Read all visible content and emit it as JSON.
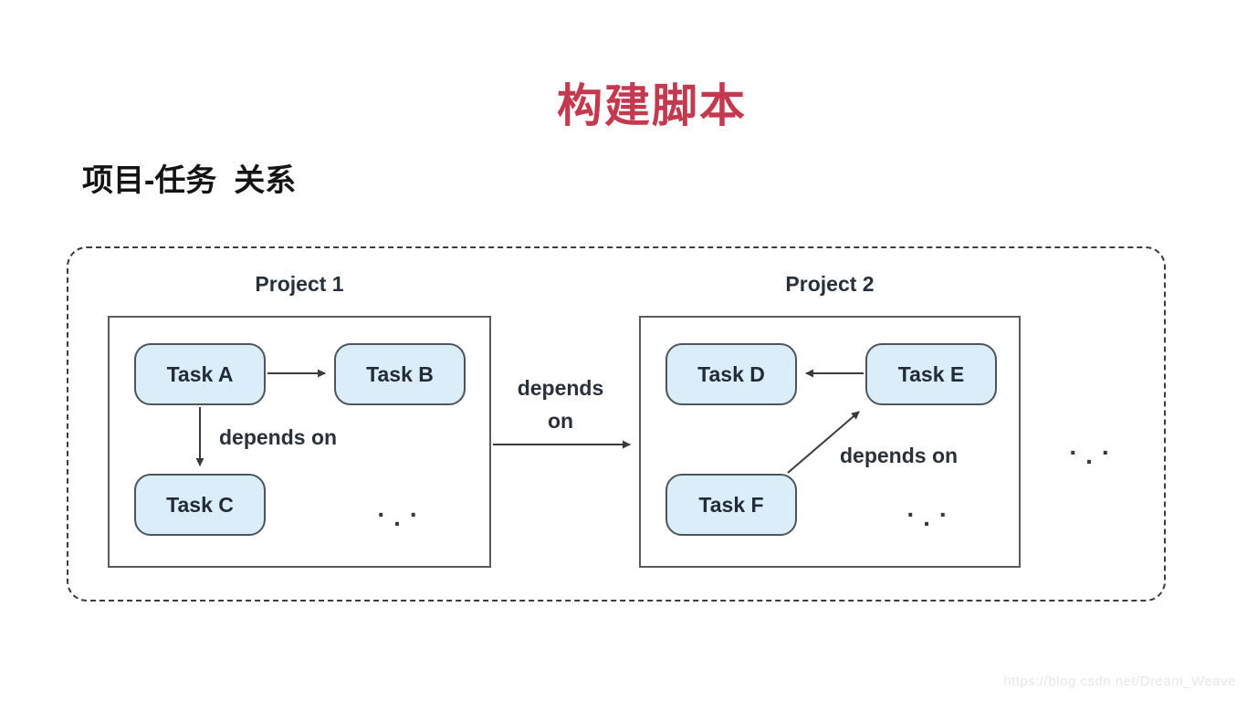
{
  "page": {
    "title": "构建脚本",
    "subtitle": "项目-任务  关系",
    "watermark": "https://blog.csdn.net/Dream_Weave"
  },
  "diagram": {
    "between_label": "depends on",
    "outer_ellipsis": ". . .",
    "projects": [
      {
        "label": "Project 1",
        "tasks": {
          "a": "Task A",
          "b": "Task B",
          "c": "Task C"
        },
        "depends_label": "depends on",
        "ellipsis": ". . ."
      },
      {
        "label": "Project 2",
        "tasks": {
          "d": "Task D",
          "e": "Task E",
          "f": "Task F"
        },
        "depends_label": "depends on",
        "ellipsis": ". . ."
      }
    ],
    "edges": [
      {
        "from": "Task A",
        "to": "Task B",
        "label": ""
      },
      {
        "from": "Task A",
        "to": "Task C",
        "label": "depends on"
      },
      {
        "from": "Project 1",
        "to": "Project 2",
        "label": "depends on"
      },
      {
        "from": "Task E",
        "to": "Task D",
        "label": ""
      },
      {
        "from": "Task F",
        "to": "Task E",
        "label": "depends on"
      }
    ],
    "colors": {
      "title_red": "#c5394e",
      "task_fill": "#dbedf8",
      "task_border": "#4c545c",
      "line": "#3a3a3a"
    }
  }
}
